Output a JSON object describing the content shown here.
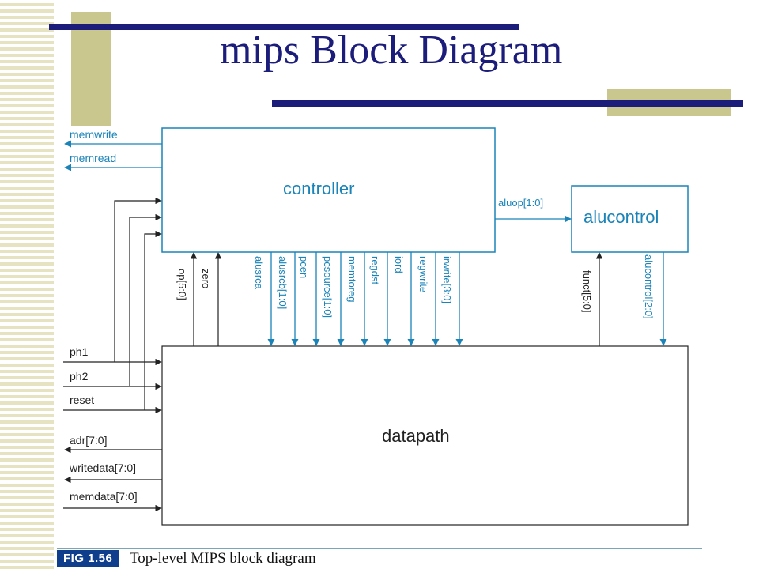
{
  "title": "mips Block Diagram",
  "colors": {
    "accent": "#1c1c7a",
    "olive": "#c9c78e",
    "wire_blue": "#1a84b9",
    "wire_black": "#222222",
    "badge": "#0f3f8c"
  },
  "blocks": {
    "controller": "controller",
    "alucontrol": "alucontrol",
    "datapath": "datapath"
  },
  "signals": {
    "memwrite": "memwrite",
    "memread": "memread",
    "aluop": "aluop[1:0]",
    "op": "op[5:0]",
    "zero": "zero",
    "alusrca": "alusrca",
    "alusrcb": "alusrcb[1:0]",
    "pcen": "pcen",
    "pcsource": "pcsource[1:0]",
    "memtoreg": "memtoreg",
    "regdst": "regdst",
    "iord": "iord",
    "regwrite": "regwrite",
    "irwrite": "irwrite[3:0]",
    "funct": "funct[5:0]",
    "alucontrol_sig": "alucontrol[2:0]",
    "ph1": "ph1",
    "ph2": "ph2",
    "reset": "reset",
    "adr": "adr[7:0]",
    "writedata": "writedata[7:0]",
    "memdata": "memdata[7:0]"
  },
  "caption": {
    "figure": "FIG 1.56",
    "text": "Top-level MIPS block diagram"
  }
}
